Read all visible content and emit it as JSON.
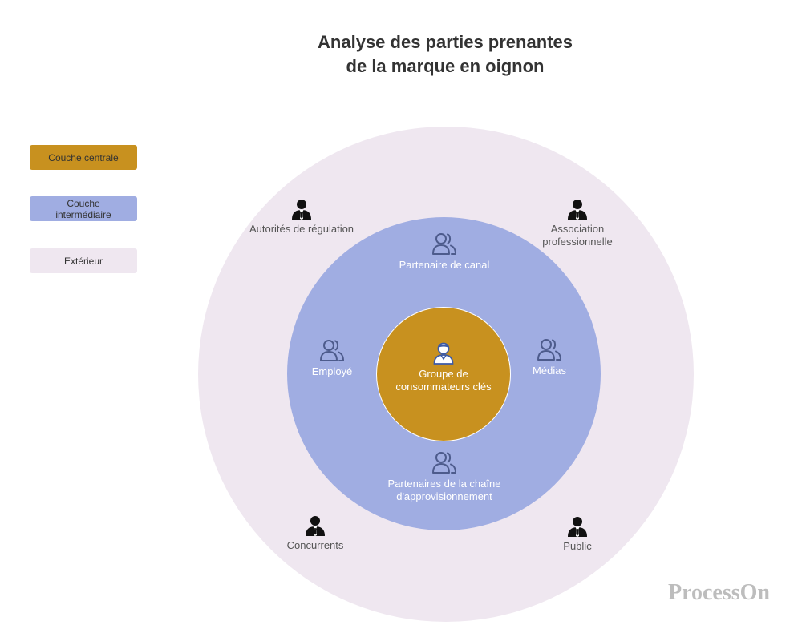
{
  "title": {
    "line1": "Analyse des parties prenantes",
    "line2": "de la marque en oignon"
  },
  "legend": [
    {
      "label": "Couche centrale",
      "color": "#c8911f"
    },
    {
      "label": "Couche intermédiaire",
      "color": "#a0ade2"
    },
    {
      "label": "Extérieur",
      "color": "#efe7f0"
    }
  ],
  "colors": {
    "core": "#c8911f",
    "middle": "#a0ade2",
    "outer": "#efe7f0",
    "mid_icon": "#4d5b8c",
    "outer_icon": "#111111"
  },
  "core": {
    "label": "Groupe de consommateurs clés",
    "icon": "user-icon"
  },
  "middle_ring": [
    {
      "label": "Partenaire de canal",
      "icon": "group-icon"
    },
    {
      "label": "Employé",
      "icon": "group-icon"
    },
    {
      "label": "Médias",
      "icon": "group-icon"
    },
    {
      "label": "Partenaires de la chaîne d'approvisionnement",
      "icon": "group-icon"
    }
  ],
  "outer_ring": [
    {
      "label": "Autorités de régulation",
      "icon": "businessman-icon"
    },
    {
      "label": "Association professionnelle",
      "icon": "businessman-icon"
    },
    {
      "label": "Concurrents",
      "icon": "businessman-icon"
    },
    {
      "label": "Public",
      "icon": "businessman-icon"
    }
  ],
  "watermark": "ProcessOn"
}
